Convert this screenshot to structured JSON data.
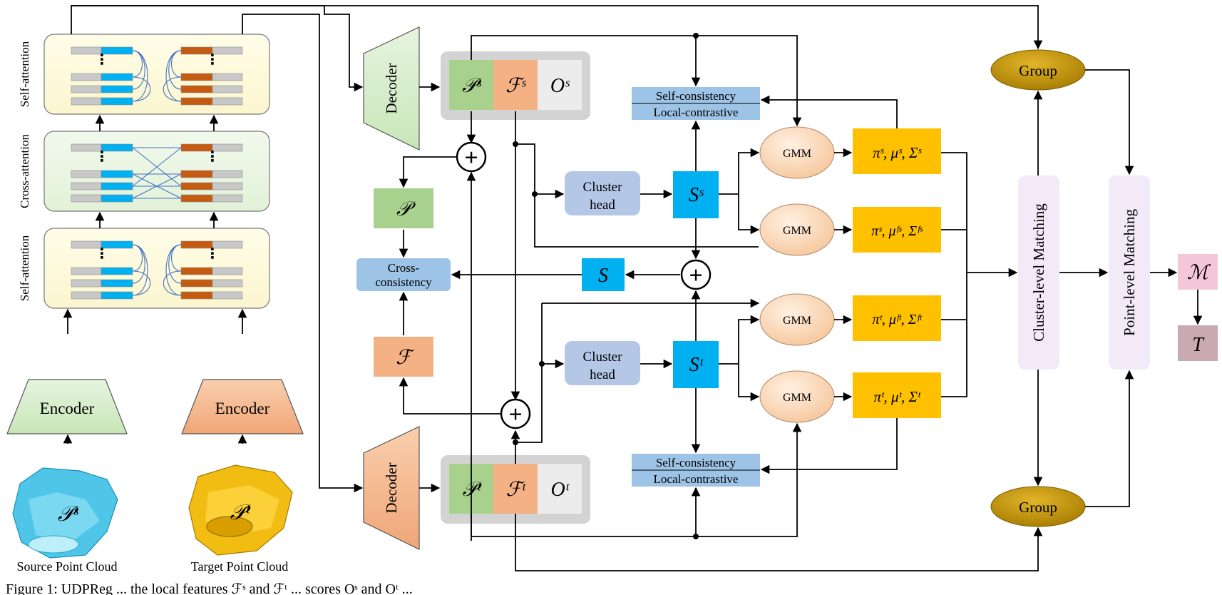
{
  "blocks": {
    "self_attention_top": "Self-attention",
    "cross_attention": "Cross-attention",
    "self_attention_bottom": "Self-attention",
    "encoder_source": "Encoder",
    "encoder_target": "Encoder",
    "decoder_source": "Decoder",
    "decoder_target": "Decoder",
    "cluster_head_source": [
      "Cluster",
      "head"
    ],
    "cluster_head_target": [
      "Cluster",
      "head"
    ],
    "gmm": "GMM",
    "group": "Group",
    "cluster_level_matching": "Cluster-level Matching",
    "point_level_matching": "Point-level Matching",
    "consistency_top": [
      "Self-consistency",
      "Local-contrastive"
    ],
    "consistency_bottom": [
      "Self-consistency",
      "Local-contrastive"
    ],
    "cross_consistency": [
      "Cross-",
      "consistency"
    ]
  },
  "symbols": {
    "P_s": "𝒫ˢ",
    "F_s": "ℱˢ",
    "O_s": "Oˢ",
    "P_t": "𝒫ᵗ",
    "F_t": "ℱᵗ",
    "O_t": "Oᵗ",
    "P": "𝒫",
    "F": "ℱ",
    "S": "S",
    "S_s": "Sˢ",
    "S_t": "Sᵗ",
    "M": "ℳ",
    "T": "T",
    "plus": "+"
  },
  "params": {
    "source_geo": "πˢ, μˢ, Σˢ",
    "source_feat": "πˢ, μᶠˢ, Σᶠˢ",
    "target_feat": "πᵗ, μᶠᵗ, Σᶠᵗ",
    "target_geo": "πᵗ, μᵗ, Σᵗ"
  },
  "inputs": {
    "source_label": "Source Point Cloud",
    "target_label": "Target Point Cloud",
    "source_symbol": "𝒫ˢ",
    "target_symbol": "𝒫ᵗ"
  },
  "caption": "Figure 1: UDPReg ... the local features ℱˢ and ℱᵗ ... scores Oˢ and Oᵗ ...",
  "colors": {
    "blue_token": "#00b0f0",
    "orange_token": "#c55a11",
    "attention_bg": "#fffde5",
    "cross_bg": "#eef7e8",
    "encoder_green": "#d9efd0",
    "encoder_orange": "#f4b183",
    "point_green": "#a9d18e",
    "feature_orange": "#f4b183",
    "score_blue": "#00b0f0",
    "gmm_fill": "#fbe0c8",
    "param_yellow": "#ffc000",
    "group_gold": "#c09000",
    "matching_lilac": "#f2eaf6",
    "cluster_head": "#b4c7e7",
    "consistency_blue": "#9dc3e6",
    "m_pink": "#f4c6d9",
    "t_mauve": "#c9aab3"
  }
}
